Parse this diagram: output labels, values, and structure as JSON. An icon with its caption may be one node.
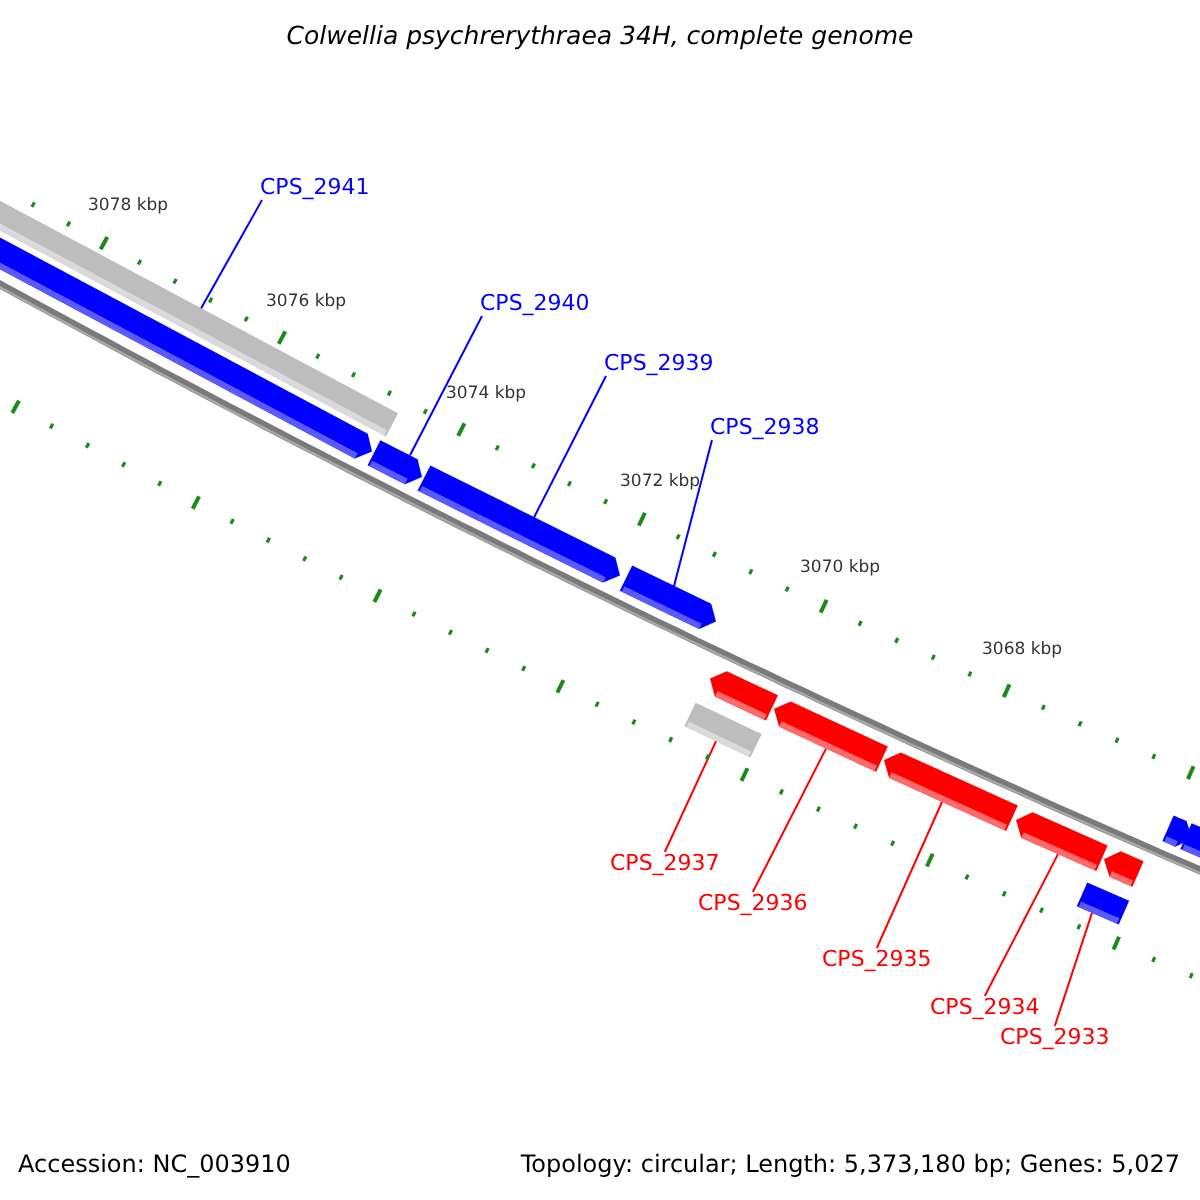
{
  "diagram": {
    "title": "Colwellia psychrerythraea 34H, complete genome",
    "nodes": [
      {
        "text": [
          "CPS_2941"
        ]
      },
      {
        "text": [
          "CPS_2940"
        ]
      },
      {
        "text": [
          "CPS_2939"
        ]
      },
      {
        "text": [
          "CPS_2938"
        ]
      },
      {
        "text": [
          "CPS_2937"
        ]
      },
      {
        "text": [
          "CPS_2936"
        ]
      },
      {
        "text": [
          "CPS_2935"
        ]
      },
      {
        "text": [
          "CPS_2934"
        ]
      },
      {
        "text": [
          "CPS_2933"
        ]
      },
      {
        "text": [],
        "shape": "bar"
      },
      {
        "text": [],
        "shape": "bar"
      },
      {
        "text": [],
        "shape": "bar"
      },
      {
        "text": [],
        "shape": "bar"
      },
      {
        "text": [],
        "shape": "bar"
      },
      {
        "text": [],
        "shape": "bar"
      },
      {
        "text": [],
        "shape": "bar"
      },
      {
        "text": [],
        "shape": "bar"
      },
      {
        "text": [],
        "shape": "bar"
      },
      {
        "text": [],
        "shape": "bar"
      },
      {
        "text": [],
        "shape": "bar"
      },
      {
        "text": [],
        "shape": "bar"
      },
      {
        "text": [],
        "shape": "bar"
      },
      {
        "text": [],
        "shape": "bar"
      }
    ],
    "edges": [
      {
        "from": 0,
        "to": 9,
        "arrow": "none",
        "color": "#0000ff"
      },
      {
        "from": 1,
        "to": 11,
        "arrow": "none",
        "color": "#0000ff"
      },
      {
        "from": 2,
        "to": 12,
        "arrow": "none",
        "color": "#0000ff"
      },
      {
        "from": 3,
        "to": 13,
        "arrow": "none",
        "color": "#0000ff"
      },
      {
        "from": 4,
        "to": 14,
        "arrow": "none"
      },
      {
        "from": 5,
        "to": 16,
        "arrow": "none"
      },
      {
        "from": 6,
        "to": 17,
        "arrow": "none"
      },
      {
        "from": 7,
        "to": 18,
        "arrow": "none"
      },
      {
        "from": 8,
        "to": 19,
        "arrow": "none"
      }
    ],
    "labels": [
      "3078 kbp",
      "3076 kbp",
      "3074 kbp",
      "3072 kbp",
      "3070 kbp",
      "3068 kbp",
      "Accession: NC_003910",
      "Topology: circular; Length: 5,373,180 bp; Genes: 5,027"
    ]
  }
}
